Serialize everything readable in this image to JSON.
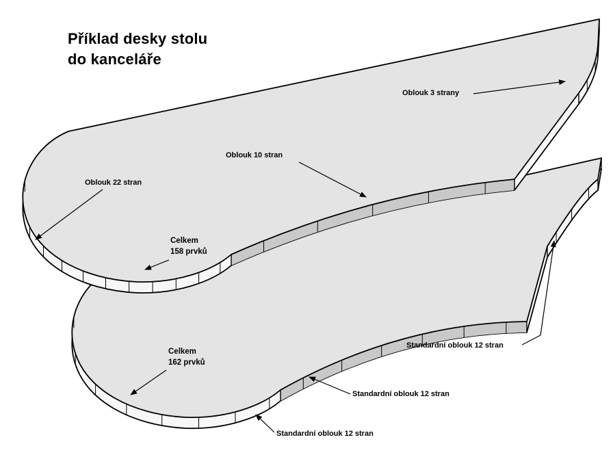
{
  "title": {
    "line1": "Příklad desky stolu",
    "line2": "do kanceláře"
  },
  "annotations": {
    "arc3": {
      "text": "Oblouk 3 strany"
    },
    "arc10": {
      "text": "Oblouk 10 stran"
    },
    "arc22": {
      "text": "Oblouk 22 stran"
    },
    "total_top": {
      "line1": "Celkem",
      "line2": "158 prvků"
    },
    "total_bottom": {
      "line1": "Celkem",
      "line2": "162 prvků"
    },
    "std12_right": {
      "text": "Standardní oblouk 12 stran"
    },
    "std12_middle": {
      "text": "Standardní oblouk 12 stran"
    },
    "std12_bottom": {
      "text": "Standardní oblouk 12 stran"
    }
  },
  "colors": {
    "background": "#ffffff",
    "surface": "#e4e4e4",
    "side_face": "#f7f7f7",
    "side_shaded": "#c9c9c9",
    "outline": "#000000",
    "leader": "#000000"
  }
}
